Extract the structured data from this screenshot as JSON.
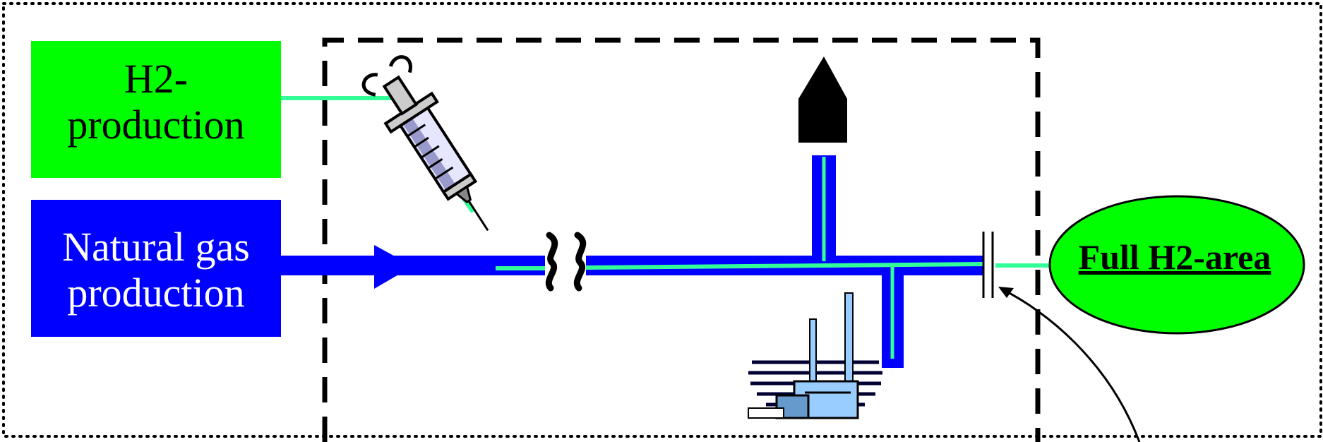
{
  "diagram": {
    "nodes": {
      "h2_production": {
        "label_line1": "H2-",
        "label_line2": "production"
      },
      "natural_gas_production": {
        "label_line1": "Natural gas",
        "label_line2": "production"
      },
      "full_h2_area": {
        "label": "Full H2-area"
      }
    },
    "icons": [
      "syringe-icon",
      "flame-icon",
      "factory-icon",
      "pipe-break-icon",
      "separator-icon"
    ],
    "colors": {
      "h2_box": "#00ff00",
      "gas_box": "#0000ff",
      "h2_line": "#33ff99",
      "pipe": "#0000ff",
      "area_fill": "#00ff00",
      "boundary": "#000000"
    }
  }
}
